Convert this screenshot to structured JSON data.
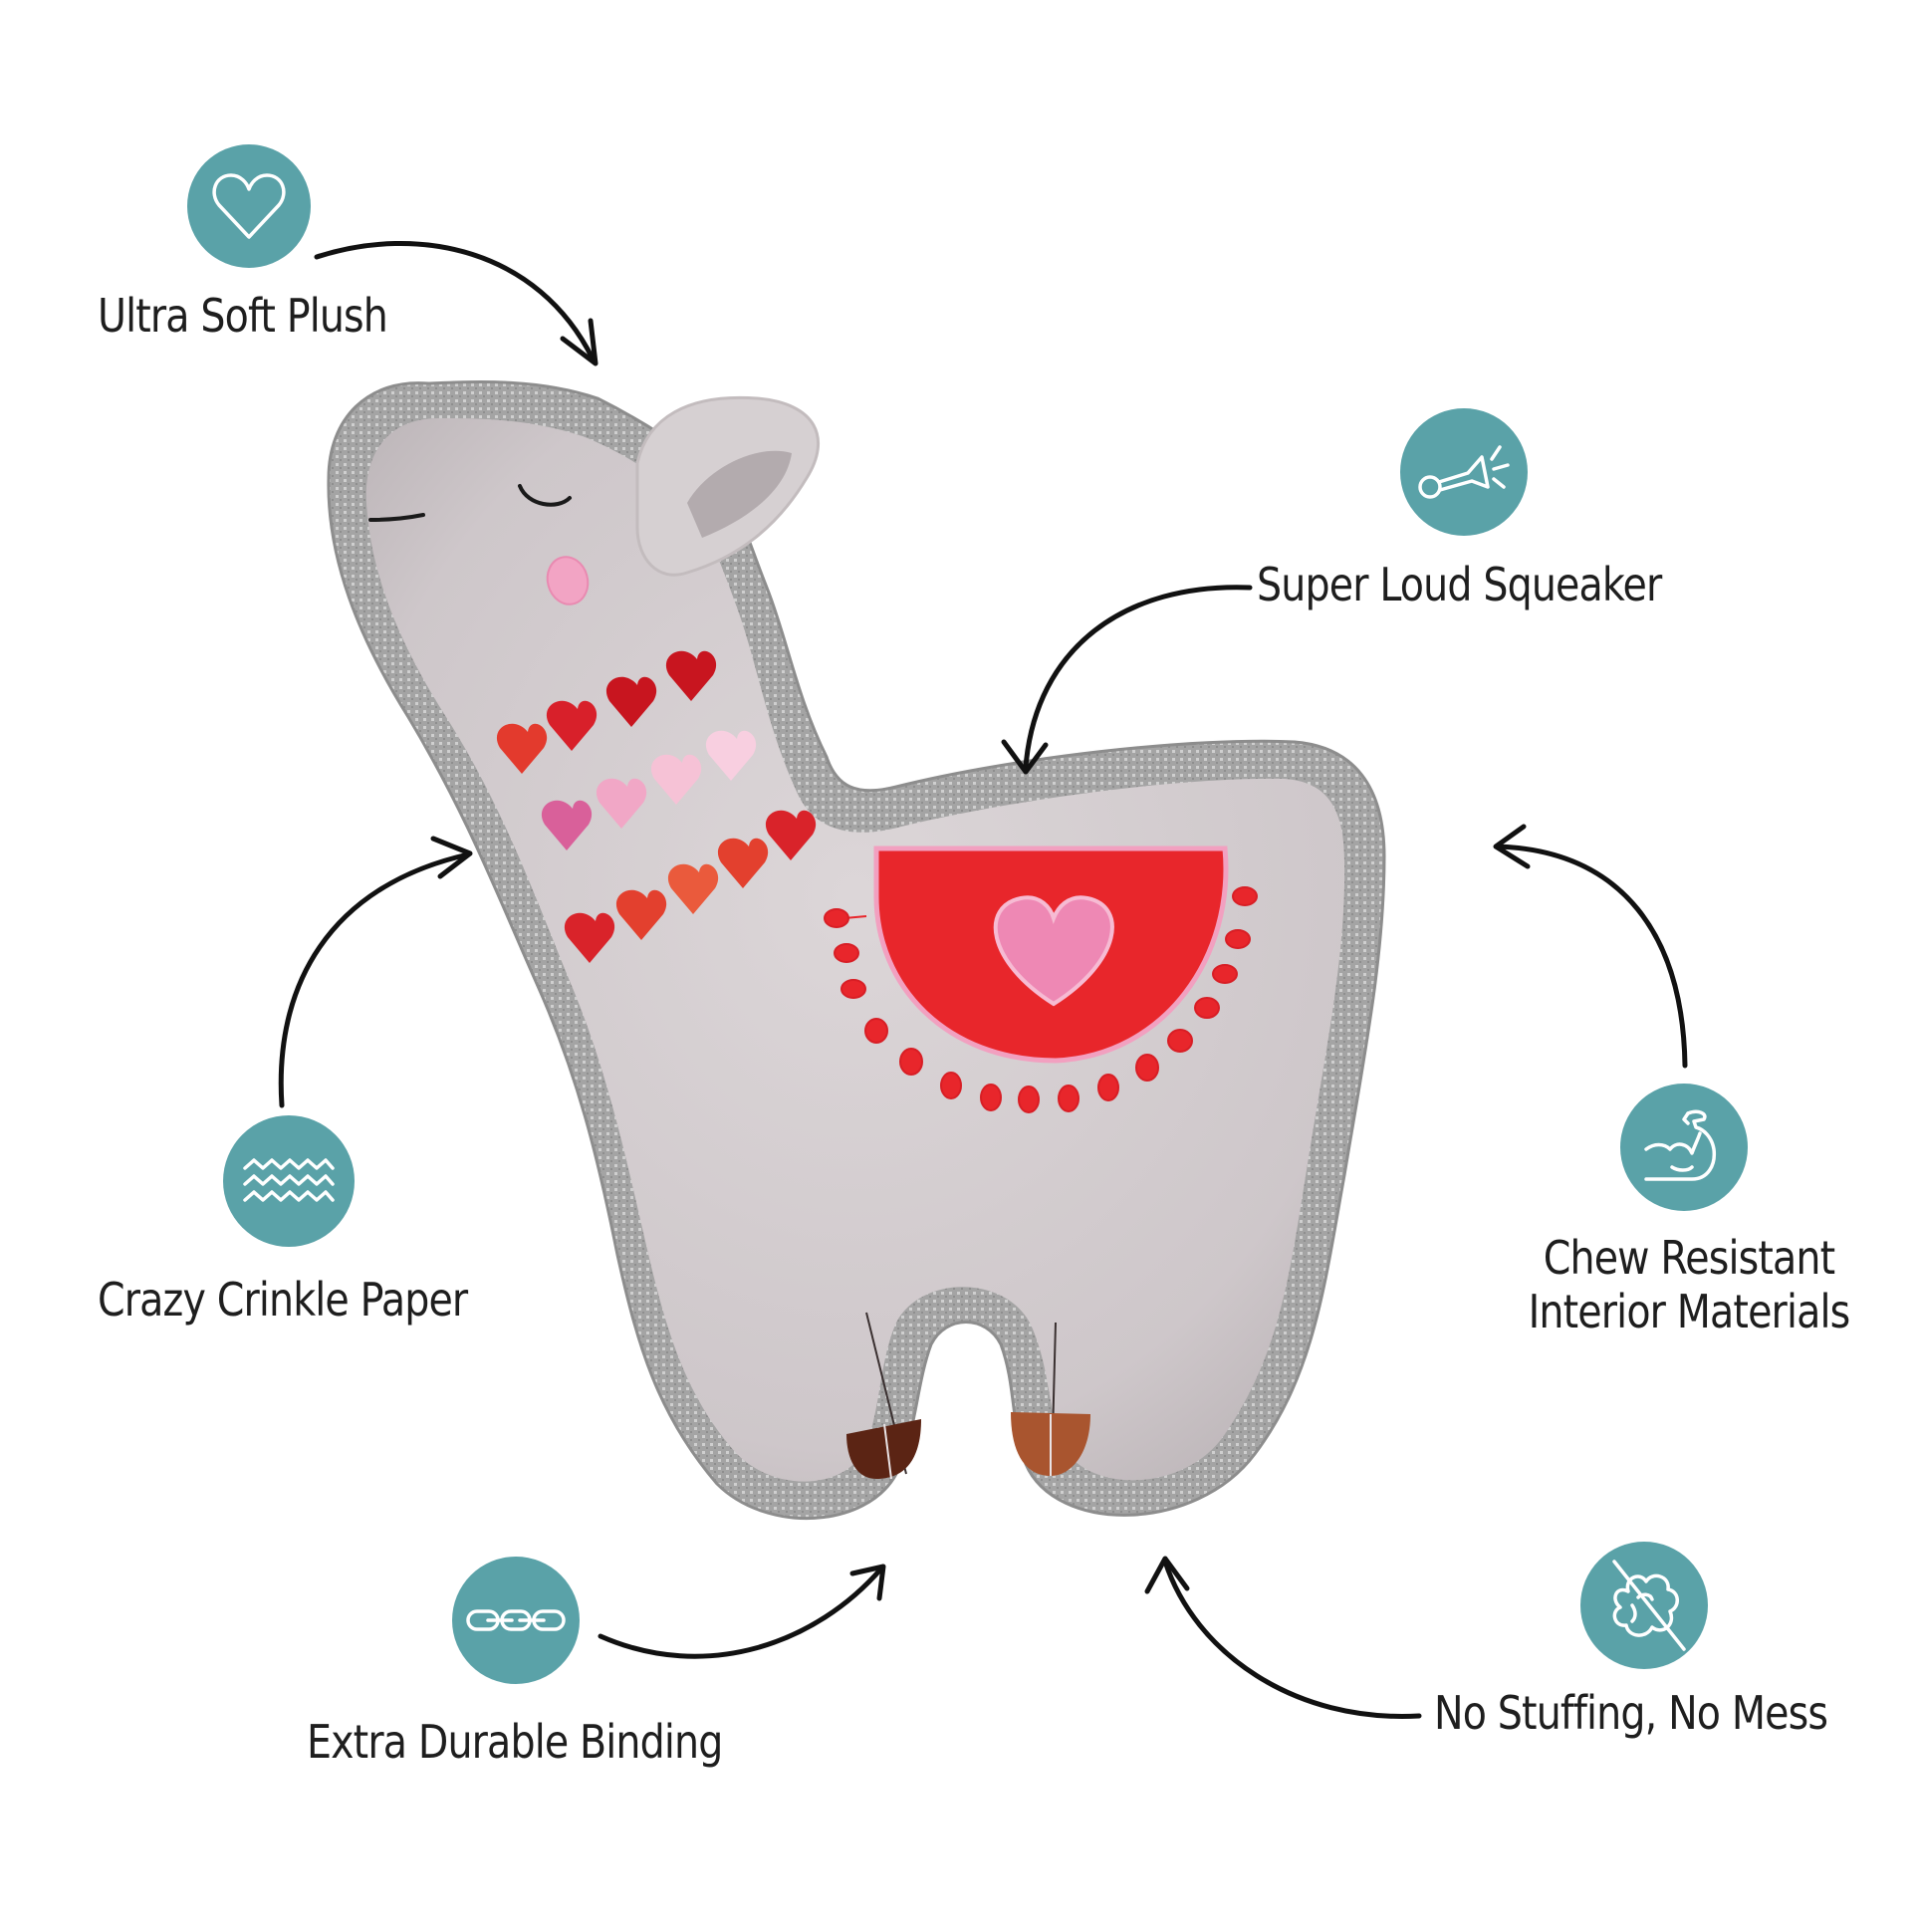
{
  "infographic": {
    "subject": "Llama plush dog toy",
    "accent_color": "#5aa2a8",
    "features": [
      {
        "id": "ultra-soft-plush",
        "label": "Ultra Soft Plush",
        "icon": "heart-icon"
      },
      {
        "id": "super-loud-squeaker",
        "label": "Super Loud Squeaker",
        "icon": "horn-icon"
      },
      {
        "id": "crazy-crinkle-paper",
        "label": "Crazy Crinkle Paper",
        "icon": "waves-icon"
      },
      {
        "id": "chew-resistant",
        "label_line1": "Chew Resistant",
        "label_line2": "Interior Materials",
        "icon": "flexed-arm-icon"
      },
      {
        "id": "extra-durable-binding",
        "label": "Extra Durable Binding",
        "icon": "chain-icon"
      },
      {
        "id": "no-stuffing",
        "label": "No Stuffing, No Mess",
        "icon": "no-cotton-icon"
      }
    ]
  },
  "colors": {
    "plush": "#d3cdcf",
    "plush_shadow": "#bdb6b8",
    "binding": "#a9a9a9",
    "binding_dark": "#8f8f8f",
    "saddle_red": "#e8262b",
    "heart_pink": "#ee88b4",
    "cheek_pink": "#f2a4c4",
    "hoof_dark": "#5b2414",
    "hoof_light": "#a9552f",
    "pompom_red": "#e8262b",
    "arrow": "#111111"
  }
}
